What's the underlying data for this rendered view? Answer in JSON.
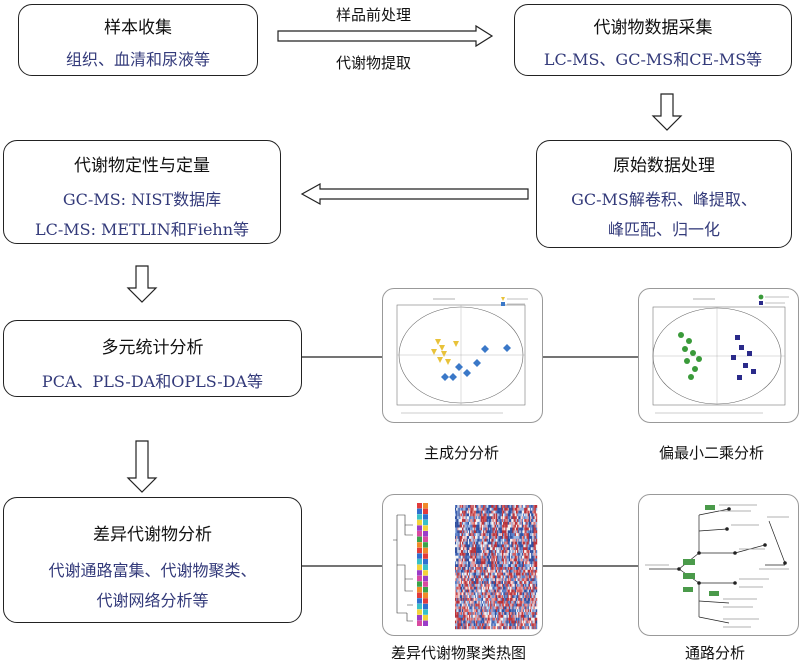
{
  "boxes": {
    "sample": {
      "title": "样本收集",
      "sub": "组织、血清和尿液等"
    },
    "acquire": {
      "title": "代谢物数据采集",
      "sub": "LC-MS、GC-MS和CE-MS等"
    },
    "identify": {
      "title": "代谢物定性与定量",
      "line1": "GC-MS: NIST数据库",
      "line2": "LC-MS: METLIN和Fiehn等"
    },
    "raw": {
      "title": "原始数据处理",
      "line1": "GC-MS解卷积、峰提取、",
      "line2": "峰匹配、归一化"
    },
    "multi": {
      "title": "多元统计分析",
      "sub": "PCA、PLS-DA和OPLS-DA等"
    },
    "diff": {
      "title": "差异代谢物分析",
      "line1": "代谢通路富集、代谢物聚类、",
      "line2": "代谢网络分析等"
    }
  },
  "arrow_labels": {
    "pre": "样品前处理",
    "extract": "代谢物提取"
  },
  "captions": {
    "pca": "主成分分析",
    "pls": "偏最小二乘分析",
    "heatmap": "差异代谢物聚类热图",
    "pathway": "通路分析"
  },
  "colors": {
    "text_blue": "#333a7a",
    "pca_group1": "#e8c23a",
    "pca_group2": "#3a78c8",
    "pls_group1": "#3a9a3a",
    "pls_group2": "#2a2a8a"
  }
}
